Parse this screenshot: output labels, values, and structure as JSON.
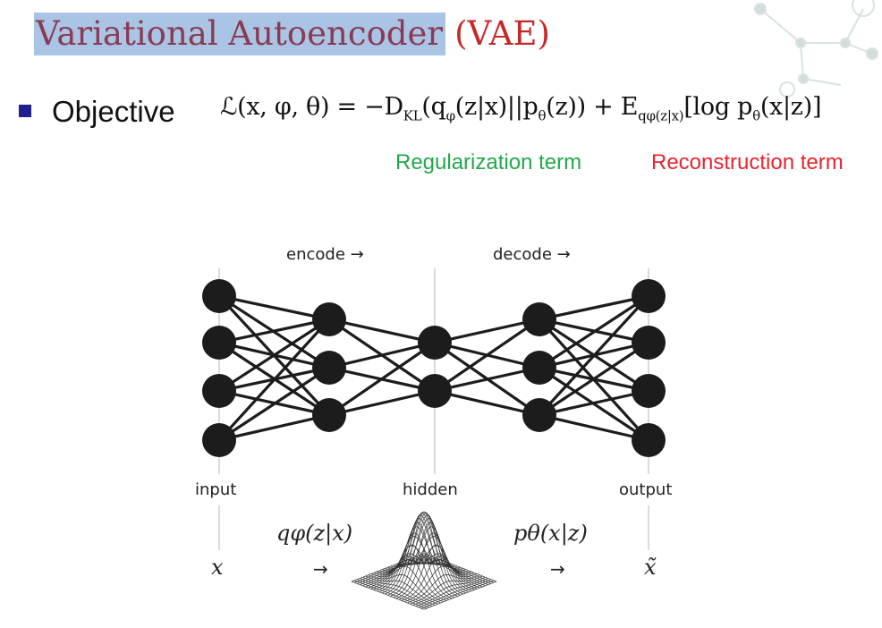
{
  "slide": {
    "title_highlighted": "Variational Autoencoder",
    "title_suffix": "(VAE)",
    "bullet_label": "Objective",
    "formula": {
      "lhs": "ℒ(x, φ, θ) = −D",
      "kl_sub": "KL",
      "mid": "(q",
      "phi_sub": "φ",
      "mid2": "(z|x)||p",
      "theta_sub": "θ",
      "mid3": "(z)) + E",
      "e_sub": "qφ(z|x)",
      "rhs": "[log p",
      "theta_sub2": "θ",
      "rhs2": "(x|z)]"
    },
    "regularization_label": "Regularization term",
    "reconstruction_label": "Reconstruction term"
  },
  "diagram": {
    "encode_label": "encode →",
    "decode_label": "decode →",
    "input_label": "input",
    "hidden_label": "hidden",
    "output_label": "output",
    "encoder_dist": "qφ(z|x)",
    "decoder_dist": "pθ(x|z)",
    "x_symbol": "x",
    "x_tilde_symbol": "x̃",
    "arrow_symbol": "→",
    "layers": [
      4,
      3,
      2,
      3,
      4
    ]
  },
  "colors": {
    "title_highlight_bg": "#a9c4e4",
    "title_text": "#8a3b52",
    "title_suffix": "#c62828",
    "regularization": "#22a84a",
    "reconstruction": "#e8242f",
    "node": "#1c1c1c"
  }
}
